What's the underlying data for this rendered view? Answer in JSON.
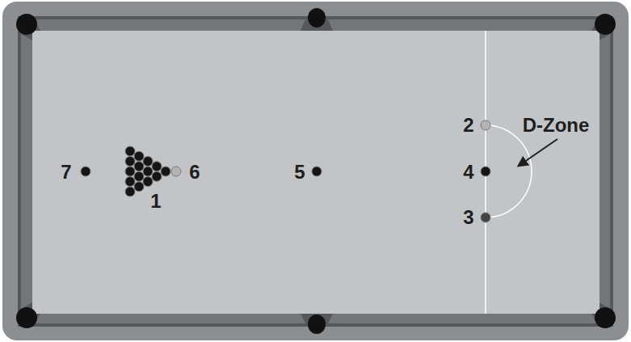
{
  "diagram": {
    "labels": [
      "7",
      "1",
      "6",
      "5",
      "2",
      "4",
      "3",
      "D-Zone"
    ]
  }
}
